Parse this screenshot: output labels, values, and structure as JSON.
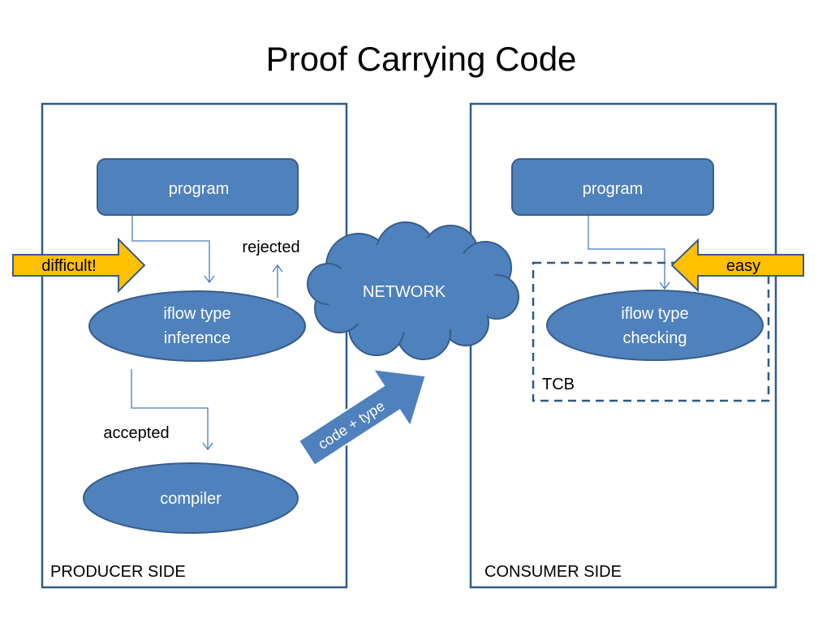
{
  "title": "Proof Carrying Code",
  "producer": {
    "side_label": "PRODUCER SIDE",
    "program": "program",
    "inference_line1": "iflow type",
    "inference_line2": "inference",
    "rejected": "rejected",
    "accepted": "accepted",
    "compiler": "compiler",
    "difficulty": "difficult!"
  },
  "network": {
    "label": "NETWORK",
    "transfer": "code + type"
  },
  "consumer": {
    "side_label": "CONSUMER SIDE",
    "program": "program",
    "checking_line1": "iflow type",
    "checking_line2": "checking",
    "tcb": "TCB",
    "difficulty": "easy"
  },
  "colors": {
    "shape_fill": "#4F81BD",
    "shape_stroke": "#385D8A",
    "frame_stroke": "#2F5C8A",
    "arrow_fill": "#FFC000",
    "connector": "#4A7EBB",
    "dashed": "#2E5A86"
  }
}
